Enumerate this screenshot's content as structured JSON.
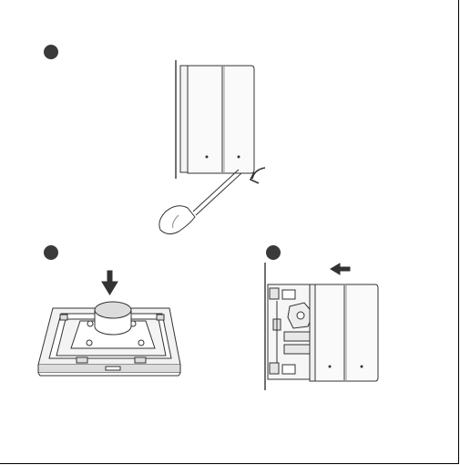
{
  "page": {
    "steps": [
      {
        "marker": "step-1",
        "illustration": "pry-off-switch-panel-with-screwdriver"
      },
      {
        "marker": "step-2",
        "illustration": "place-battery-into-backbox"
      },
      {
        "marker": "step-3",
        "illustration": "slide-panel-onto-wall-mount"
      }
    ],
    "colors": {
      "line": "#333333",
      "fill_light": "#f2f2f2",
      "fill_mid": "#dcdcdc",
      "dot": "#3a3a3a"
    }
  }
}
